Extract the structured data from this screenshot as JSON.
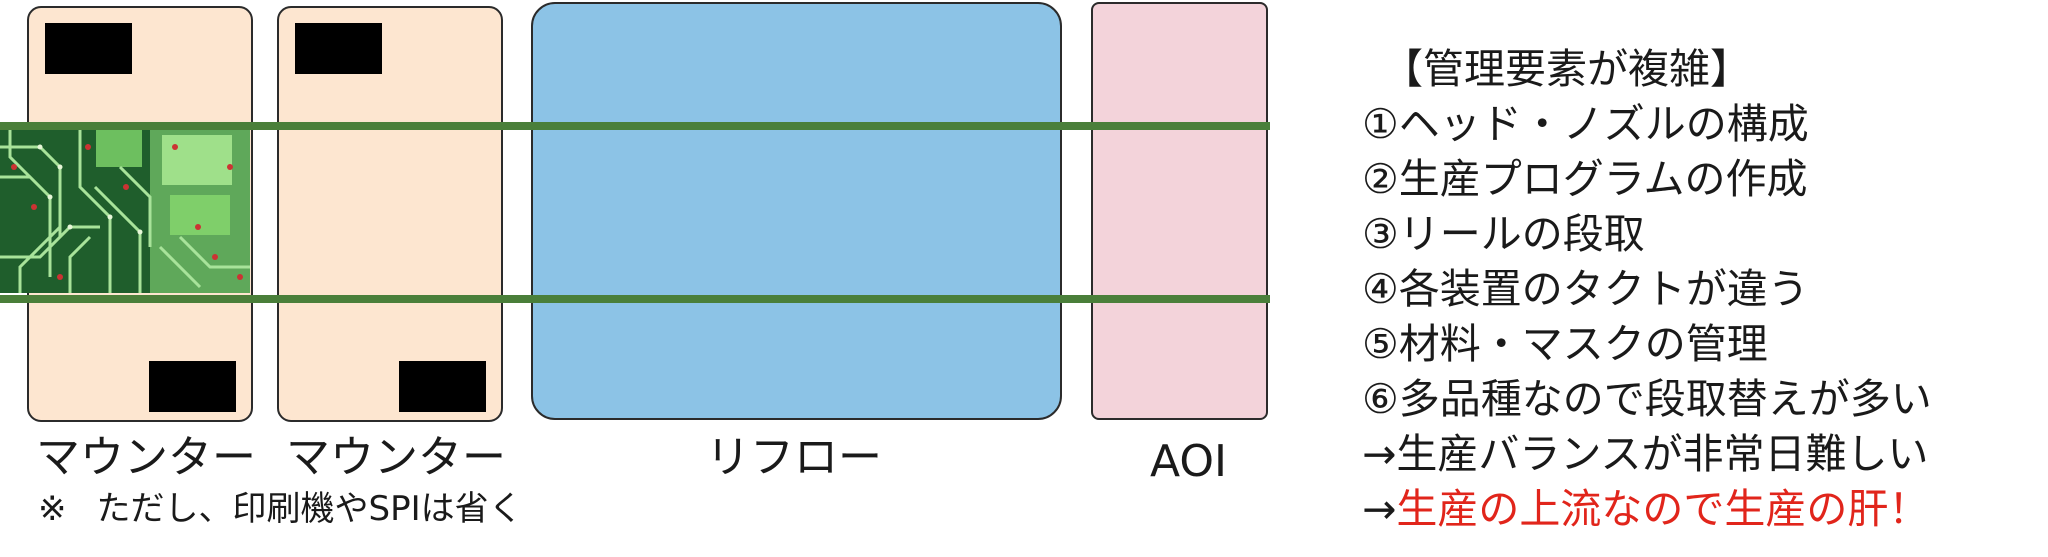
{
  "diagram": {
    "machines": [
      {
        "id": "mounter1",
        "label": "マウンター"
      },
      {
        "id": "mounter2",
        "label": "マウンター"
      },
      {
        "id": "reflow",
        "label": "リフロー"
      },
      {
        "id": "aoi",
        "label": "AOI"
      }
    ],
    "note": {
      "mark": "※",
      "text": "ただし、印刷機やSPIは省く"
    },
    "colors": {
      "mounter_fill": "#fde6d0",
      "reflow_fill": "#8cc3e6",
      "aoi_fill": "#f3d3da",
      "conveyor_rail": "#4a7f3a",
      "pcb_green": "#2f7d3a",
      "highlight_red": "#e1251b"
    }
  },
  "info_panel": {
    "header": "【管理要素が複雑】",
    "items": [
      "①ヘッド・ノズルの構成",
      "②生産プログラムの作成",
      "③リールの段取",
      "④各装置のタクトが違う",
      "⑤材料・マスクの管理",
      "⑥多品種なので段取替えが多い"
    ],
    "conclusions": [
      {
        "arrow": "→",
        "text": "生産バランスが非常日難しい"
      },
      {
        "arrow": "→",
        "text": "生産の上流なので生産の肝！"
      }
    ]
  }
}
